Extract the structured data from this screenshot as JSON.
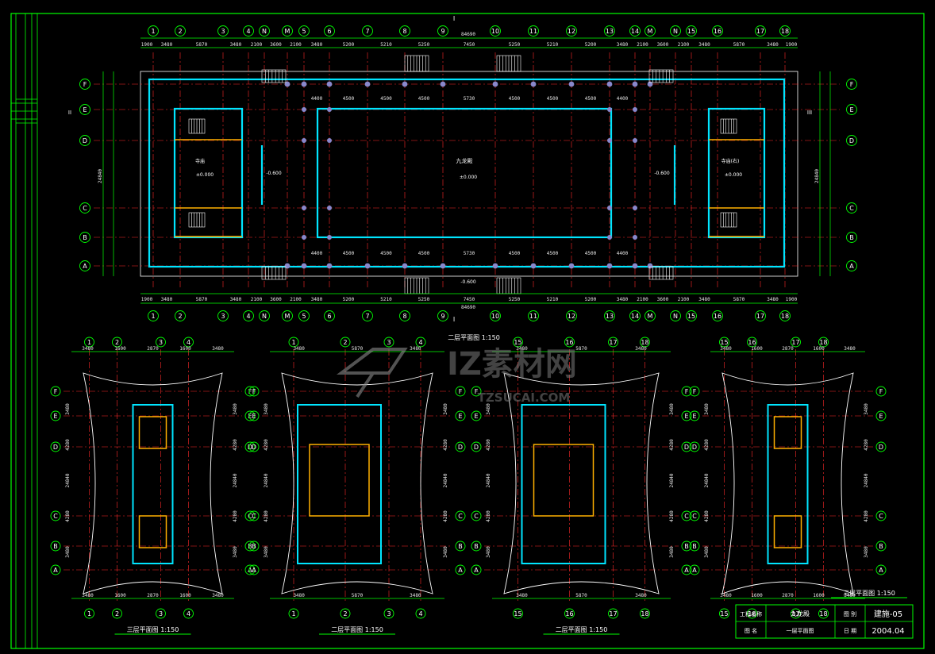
{
  "colors": {
    "background": "#000000",
    "frame": "#00ff00",
    "grid_axis": "#ff2a2a",
    "dimension": "#00ff00",
    "wall": "#00e5ff",
    "column": "#8888cc",
    "text": "#ffffff",
    "stair": "#ffffff",
    "watermark": "#888888"
  },
  "main_plan": {
    "top_axes": [
      "1",
      "2",
      "3",
      "4",
      "N",
      "M",
      "5",
      "6",
      "7",
      "8",
      "9",
      "10",
      "11",
      "12",
      "13",
      "14",
      "M",
      "N",
      "15",
      "16",
      "17",
      "18"
    ],
    "side_axes": [
      "F",
      "E",
      "D",
      "C",
      "B",
      "A"
    ],
    "overall_length": "84690",
    "overall_width": "24840",
    "top_dims": [
      "1900",
      "3480",
      "5870",
      "3480",
      "2100",
      "3600",
      "2100",
      "3480",
      "5200",
      "5210",
      "5250",
      "7450",
      "5250",
      "5210",
      "5200",
      "3480",
      "2100",
      "3600",
      "2100",
      "3480",
      "5870",
      "3480",
      "1900"
    ],
    "bay_dims": [
      "4400",
      "4500",
      "4500",
      "4500",
      "5730",
      "4500",
      "4500",
      "4500",
      "4400"
    ],
    "room_center": "九龙殿",
    "room_left": "寺庙",
    "room_right": "寺庙(右)",
    "level_center": "±0.000",
    "level_sub": "-0.600",
    "level_entry": "-0.600",
    "section_mark": "I",
    "elev_mark_left": "II",
    "elev_mark_right": "III",
    "title": "二层平面图 1:150"
  },
  "sub_plans": [
    {
      "title": "三层平面图 1:150",
      "axes_top": [
        "1",
        "2",
        "3",
        "4"
      ],
      "dims": [
        "3480",
        "1600",
        "2870",
        "1600",
        "3480"
      ]
    },
    {
      "title": "二层平面图 1:150",
      "axes_top": [
        "1",
        "2",
        "3",
        "4"
      ],
      "dims": [
        "3480",
        "5870",
        "3480"
      ]
    },
    {
      "title": "二层平面图 1:150",
      "axes_top": [
        "15",
        "16",
        "17",
        "18"
      ],
      "dims": [
        "3480",
        "5870",
        "3480"
      ]
    },
    {
      "title": "三层平面图 1:150",
      "axes_top": [
        "15",
        "16",
        "17",
        "18"
      ],
      "dims": [
        "3480",
        "1600",
        "2870",
        "1600",
        "3480"
      ]
    }
  ],
  "sub_side_axes": [
    "F",
    "E",
    "D",
    "C",
    "B",
    "A"
  ],
  "sub_side_dims": [
    "3480",
    "4280",
    "24840",
    "4280",
    "3480"
  ],
  "title_block": {
    "project_label": "工程名称",
    "project_value": "九龙殿",
    "drawing_no_label": "图 别",
    "drawing_no_value": "建施-05",
    "drawing_name_label": "图 名",
    "drawing_name_value": "一层平面图",
    "date_label": "日 期",
    "date_value": "2004.04"
  },
  "watermark": {
    "logo_text": "IZ素材网",
    "url_text": "TZSUCAI.COM"
  }
}
